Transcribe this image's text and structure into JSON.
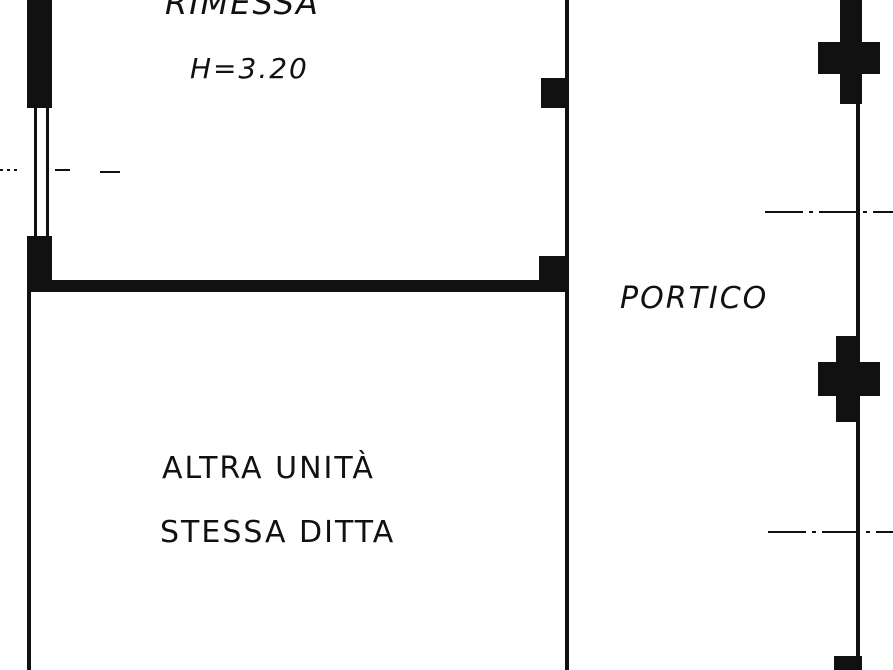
{
  "rooms": {
    "rimessa": {
      "name": "RIMESSA",
      "height": "H=3.20"
    },
    "altra_unita": {
      "line1": "ALTRA UNITÀ",
      "line2": "STESSA DITTA"
    },
    "portico": {
      "name": "PORTICO"
    }
  },
  "colors": {
    "ink": "#111111",
    "paper": "#ffffff"
  }
}
